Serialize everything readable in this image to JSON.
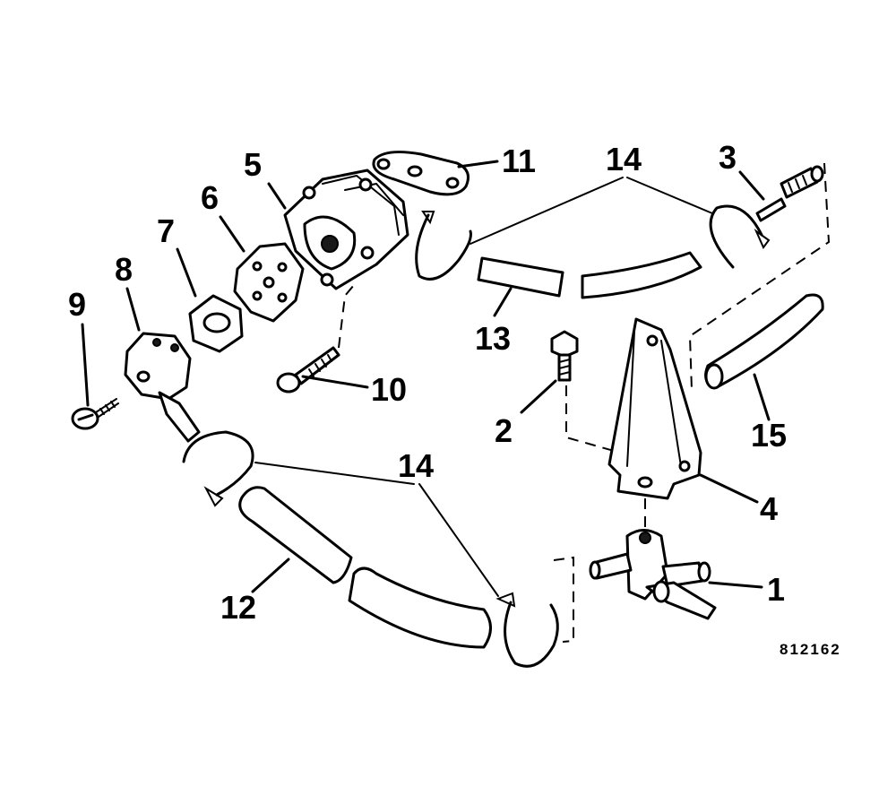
{
  "callouts": {
    "c1": "1",
    "c2": "2",
    "c3": "3",
    "c4": "4",
    "c5": "5",
    "c6": "6",
    "c7": "7",
    "c8": "8",
    "c9": "9",
    "c10": "10",
    "c11": "11",
    "c12": "12",
    "c13": "13",
    "c14_top": "14",
    "c14_bottom": "14",
    "c15": "15"
  },
  "figure_code": "812162",
  "colors": {
    "ink": "#000000",
    "paper": "#ffffff",
    "stipple": "#8a8a8a"
  }
}
